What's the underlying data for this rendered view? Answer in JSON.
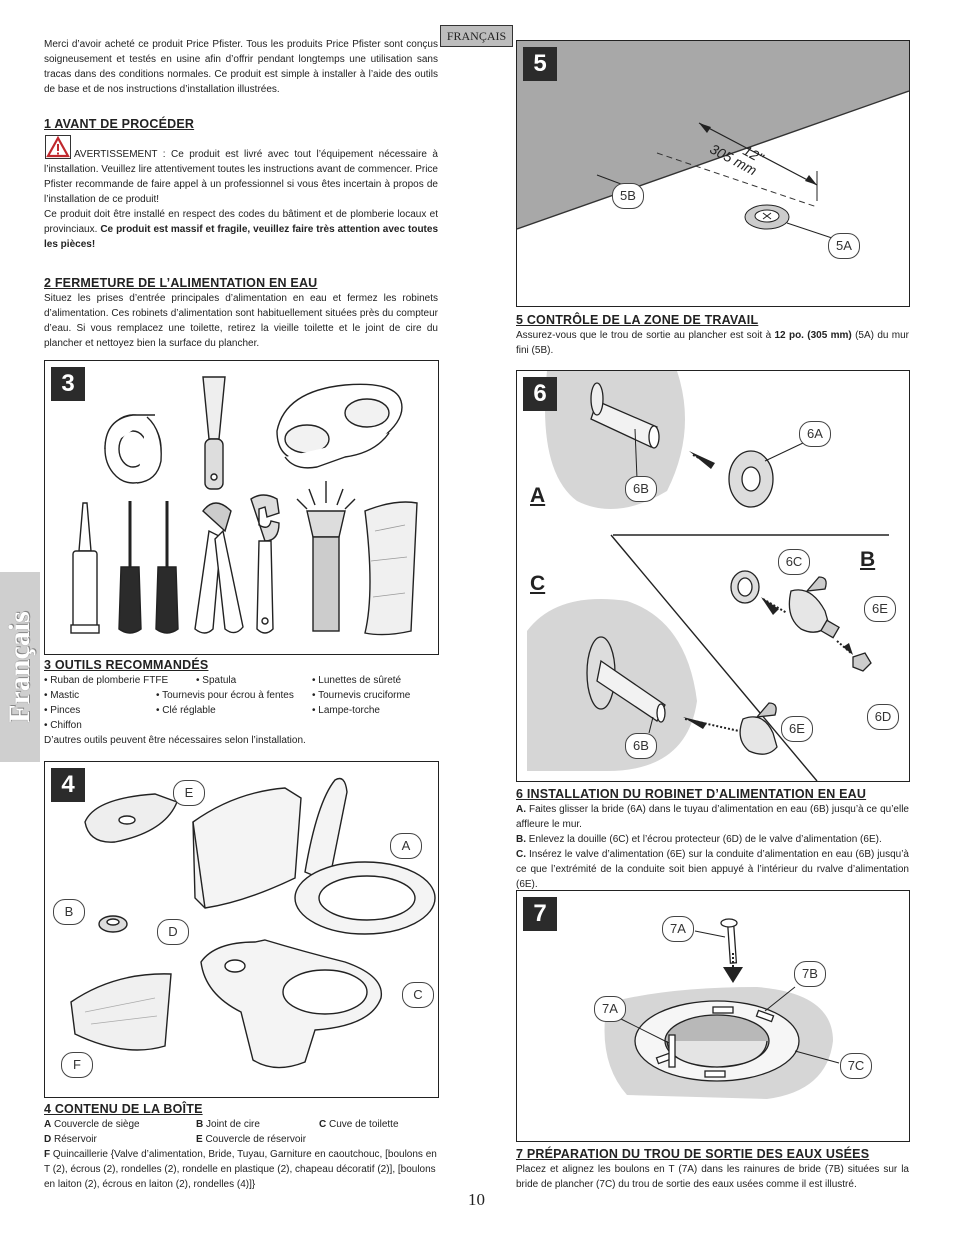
{
  "lang_tab": "FRANÇAIS",
  "side_tab": "Français",
  "page_number": "10",
  "intro": "Merci d’avoir acheté ce produit Price Pfister. Tous les produits Price Pfister sont conçus soigneusement et testés en usine afin d’offrir pendant longtemps une utilisation sans tracas dans des conditions normales. Ce produit est simple à installer à l’aide des outils de base et de nos instructions d’installation illustrées.",
  "s1": {
    "title": "1 AVANT DE PROCÉDER",
    "warning": "AVERTISSEMENT : Ce produit est livré avec tout l’équipement nécessaire à l’installation. Veuillez lire attentivement toutes les instructions avant de commencer. Price Pfister recommande de faire appel à un professionnel si vous êtes incertain à propos de l’installation de ce produit!",
    "p2": "Ce produit doit être installé en respect des codes du bâtiment et de plomberie locaux et provinciaux.",
    "p2_bold": "Ce produit est massif et fragile, veuillez faire très attention avec toutes les pièces!"
  },
  "s2": {
    "title": "2 FERMETURE DE L’ALIMENTATION EN EAU",
    "text": "Situez les prises d’entrée principales d’alimentation en eau et fermez les robinets d’alimentation. Ces robinets d’alimentation sont habituellement situées près du compteur d’eau. Si vous remplacez une toilette, retirez la vieille toilette et le joint de cire du plancher et nettoyez bien la surface du plancher."
  },
  "fig3": {
    "badge": "3"
  },
  "s3": {
    "title": "3 OUTILS RECOMMANDÉS",
    "tools": [
      "• Ruban de plomberie FTFE",
      "• Spatula",
      "• Lunettes de sûreté",
      "• Mastic",
      "• Tournevis pour écrou à fentes",
      "• Tournevis cruciforme",
      "• Pinces",
      "• Clé réglable",
      "• Lampe-torche",
      "• Chiffon"
    ],
    "note": "D’autres outils peuvent être nécessaires selon l’installation."
  },
  "fig4": {
    "badge": "4",
    "labels": [
      "E",
      "A",
      "B",
      "D",
      "C",
      "F"
    ]
  },
  "s4": {
    "title": "4 CONTENU DE LA BOÎTE",
    "items": [
      {
        "k": "A",
        "v": "Couvercle de siège"
      },
      {
        "k": "B",
        "v": "Joint de cire"
      },
      {
        "k": "C",
        "v": "Cuve de toilette"
      },
      {
        "k": "D",
        "v": "Réservoir"
      },
      {
        "k": "E",
        "v": "Couvercle de réservoir"
      }
    ],
    "f_key": "F",
    "f_text": "Quincaillerie {Valve d’alimentation, Bride, Tuyau, Garniture en caoutchouc, [boulons en T (2), écrous (2), rondelles (2), rondelle en plastique (2), chapeau décoratif (2)], [boulons en laiton (2), écrous en laiton (2), rondelles (4)]}"
  },
  "fig5": {
    "badge": "5",
    "dim_in": "12\"",
    "dim_mm": "305 mm",
    "labels": [
      "5B",
      "5A"
    ]
  },
  "s5": {
    "title": "5 CONTRÔLE DE LA ZONE DE TRAVAIL",
    "text_a": "Assurez-vous que le trou de sortie au plancher est soit à",
    "text_bold": "12 po. (305 mm)",
    "text_b": "(5A) du mur fini (5B)."
  },
  "fig6": {
    "badge": "6",
    "letters": [
      "A",
      "B",
      "C"
    ],
    "labels": [
      "6A",
      "6B",
      "6C",
      "6E",
      "6D",
      "6E",
      "6B"
    ]
  },
  "s6": {
    "title": "6 INSTALLATION DU ROBINET D’ALIMENTATION EN EAU",
    "a_key": "A.",
    "a": "Faites glisser la bride (6A) dans le tuyau d’alimentation en eau (6B) jusqu’à ce qu’elle affleure le mur.",
    "b_key": "B.",
    "b": "Enlevez la douille (6C) et l’écrou protecteur (6D) de le valve d’alimentation (6E).",
    "c_key": "C.",
    "c": "Insérez le valve d’alimentation (6E) sur la conduite d’alimentation en eau (6B) jusqu’à ce que l’extrémité de la conduite soit bien appuyé à l’intérieur du rvalve d’alimentation (6E)."
  },
  "fig7": {
    "badge": "7",
    "labels": [
      "7A",
      "7B",
      "7A",
      "7C"
    ]
  },
  "s7": {
    "title": "7 PRÉPARATION DU TROU DE SORTIE DES EAUX USÉES",
    "text": "Placez et alignez les boulons en T (7A) dans les rainures de bride (7B) situées sur la bride de plancher (7C) du trou de sortie des eaux usées comme il est illustré."
  },
  "colors": {
    "badge": "#2b2b2b",
    "side_tab": "#cfcfcf",
    "floor": "#d6d6d6"
  }
}
